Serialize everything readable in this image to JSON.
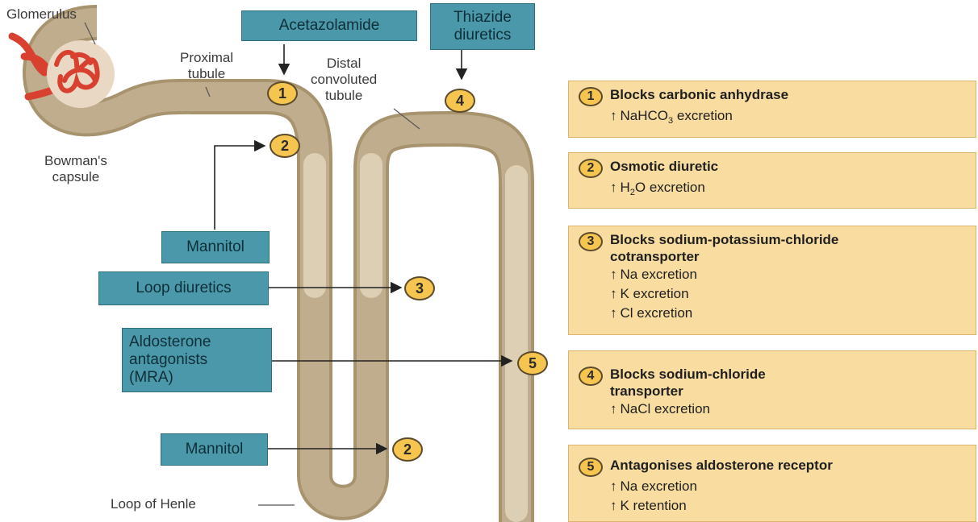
{
  "labels": {
    "glomerulus": "Glomerulus",
    "proximal": "Proximal\ntubule",
    "bowman": "Bowman's\ncapsule",
    "distal": "Distal\nconvoluted\ntubule",
    "loop_henle": "Loop of Henle"
  },
  "drugs": {
    "acetazolamide": "Acetazolamide",
    "thiazide": "Thiazide\ndiuretics",
    "mannitol_top": "Mannitol",
    "loop_diuretics": "Loop diuretics",
    "aldosterone": "Aldosterone\nantagonists\n(MRA)",
    "mannitol_bottom": "Mannitol"
  },
  "markers": {
    "m1": "1",
    "m2_top": "2",
    "m3": "3",
    "m4": "4",
    "m5": "5",
    "m2_bottom": "2"
  },
  "info": [
    {
      "num": "1",
      "title": "Blocks carbonic anhydrase",
      "lines": [
        {
          "pre": "NaHCO",
          "sub": "3",
          "post": " excretion"
        }
      ]
    },
    {
      "num": "2",
      "title": "Osmotic diuretic",
      "lines": [
        {
          "pre": "H",
          "sub": "2",
          "post": "O excretion"
        }
      ]
    },
    {
      "num": "3",
      "title": "Blocks sodium-potassium-chloride\ncotransporter",
      "lines": [
        {
          "pre": "Na excretion"
        },
        {
          "pre": "K excretion"
        },
        {
          "pre": "Cl excretion"
        }
      ]
    },
    {
      "num": "4",
      "title": "Blocks sodium-chloride\ntransporter",
      "lines": [
        {
          "pre": "NaCl excretion"
        }
      ]
    },
    {
      "num": "5",
      "title": "Antagonises aldosterone receptor",
      "lines": [
        {
          "pre": "Na excretion"
        },
        {
          "pre": "K retention"
        }
      ]
    }
  ],
  "colors": {
    "tubule": "#bba888",
    "tubule_highlight": "#dccfb4",
    "glomerulus": "#d8412f",
    "drug_box": "#4a98aa",
    "info_box": "#f8dca0",
    "marker": "#f6c550"
  }
}
